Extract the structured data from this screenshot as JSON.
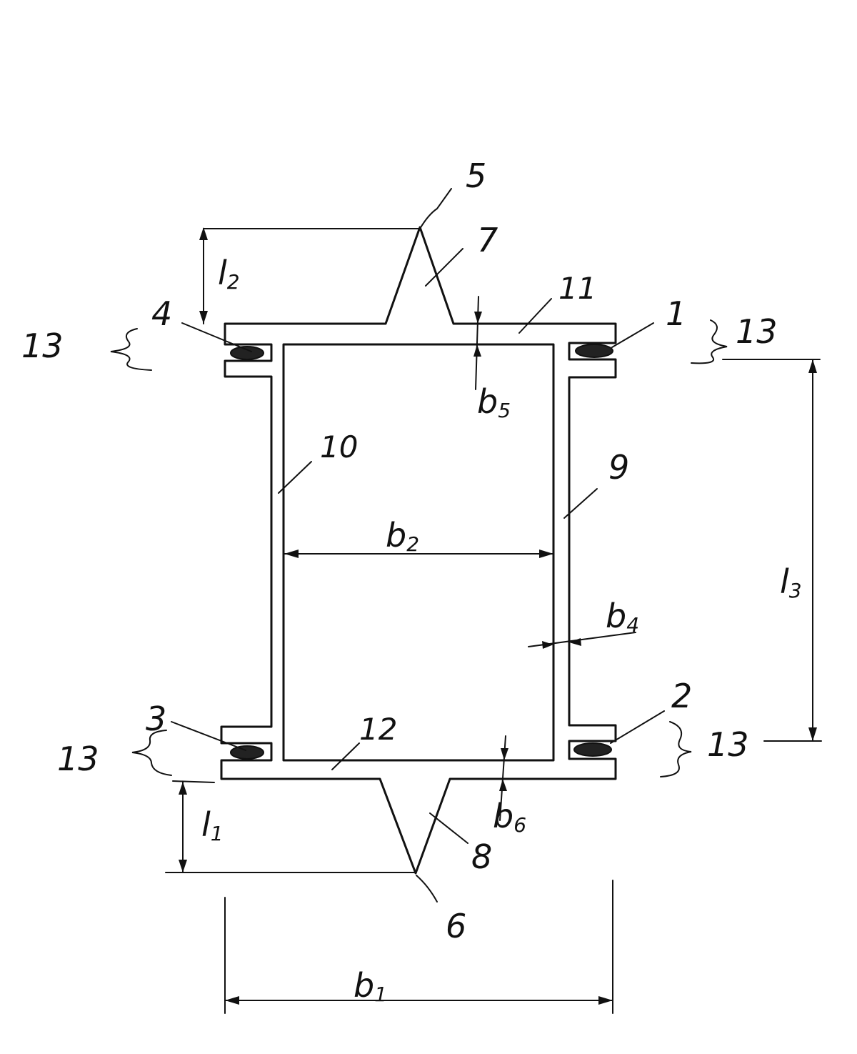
{
  "labels": {
    "ref_1": "1",
    "ref_2": "2",
    "ref_3": "3",
    "ref_4": "4",
    "ref_5": "5",
    "ref_6": "6",
    "ref_7": "7",
    "ref_8": "8",
    "ref_9": "9",
    "ref_10": "10",
    "ref_11": "11",
    "ref_12": "12",
    "ref_13_top_left": "13",
    "ref_13_top_right": "13",
    "ref_13_bottom_left": "13",
    "ref_13_bottom_right": "13"
  },
  "dimensions": {
    "l1": {
      "main": "l",
      "sub": "1"
    },
    "l2": {
      "main": "l",
      "sub": "2"
    },
    "l3": {
      "main": "l",
      "sub": "3"
    },
    "b1": {
      "main": "b",
      "sub": "1"
    },
    "b2": {
      "main": "b",
      "sub": "2"
    },
    "b4": {
      "main": "b",
      "sub": "4"
    },
    "b5": {
      "main": "b",
      "sub": "5"
    },
    "b6": {
      "main": "b",
      "sub": "6"
    }
  }
}
